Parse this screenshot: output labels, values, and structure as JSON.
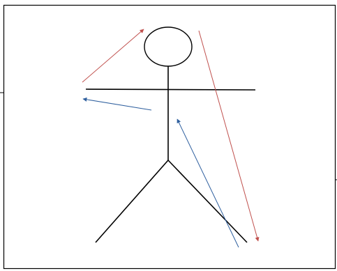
{
  "diagram": {
    "figure": "stick-figure",
    "colors": {
      "frame": "#000000",
      "figure": "#000000",
      "red_arrow": "#c0504d",
      "blue_arrow": "#2e5f9e"
    },
    "arrows": [
      {
        "id": "red-arrow-upper-left",
        "color_key": "red_arrow",
        "points_toward": "head"
      },
      {
        "id": "blue-arrow-left",
        "color_key": "blue_arrow",
        "points_toward": "left"
      },
      {
        "id": "blue-arrow-center",
        "color_key": "blue_arrow",
        "points_toward": "up"
      },
      {
        "id": "red-arrow-right",
        "color_key": "red_arrow",
        "points_toward": "down"
      }
    ]
  }
}
